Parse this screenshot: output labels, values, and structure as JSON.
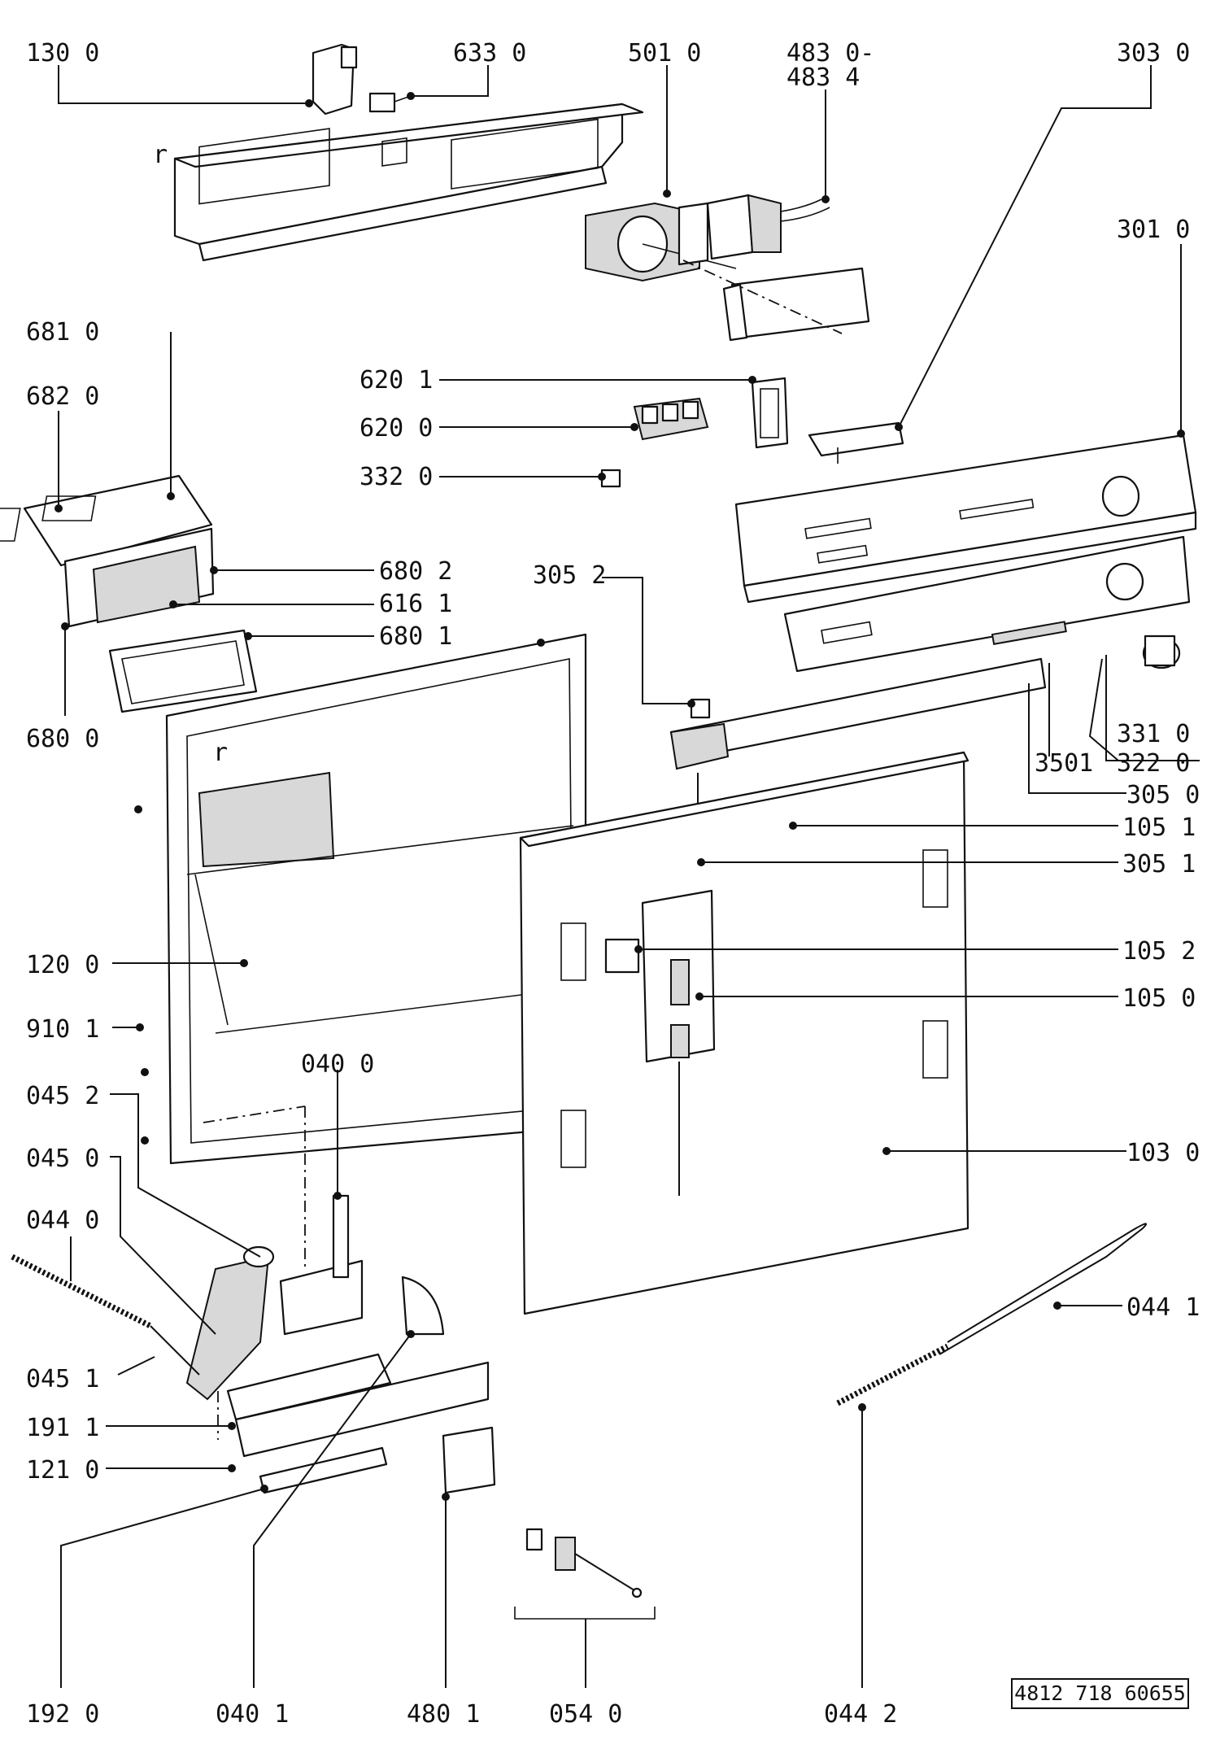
{
  "labels": {
    "p130_0": "130 0",
    "p633_0": "633 0",
    "p501_0": "501 0",
    "p483_0": "483 0-",
    "p483_4": "483 4",
    "p303_0": "303 0",
    "p301_0": "301 0",
    "p681_0": "681 0",
    "p682_0": "682 0",
    "p620_1": "620 1",
    "p620_0": "620 0",
    "p332_0": "332 0",
    "p680_2": "680 2",
    "p616_1": "616 1",
    "p680_1": "680 1",
    "p305_2": "305 2",
    "p680_0": "680 0",
    "p331_0": "331 0",
    "p322_0": "322 0",
    "p350_1": "3501",
    "p305_0": "305 0",
    "p105_1": "105 1",
    "p305_1": "305 1",
    "p105_2": "105 2",
    "p120_0": "120 0",
    "p105_0": "105 0",
    "p910_1": "910 1",
    "p040_0": "040 0",
    "p045_2": "045 2",
    "p045_0": "045 0",
    "p103_0": "103 0",
    "p044_0": "044 0",
    "p044_1": "044 1",
    "p045_1": "045 1",
    "p191_1": "191 1",
    "p121_0": "121 0",
    "p192_0": "192 0",
    "p040_1": "040 1",
    "p480_1": "480 1",
    "p054_0": "054 0",
    "p044_2": "044 2",
    "mark_r1": "r",
    "mark_r2": "r"
  },
  "document_code": "4812 718 60655"
}
